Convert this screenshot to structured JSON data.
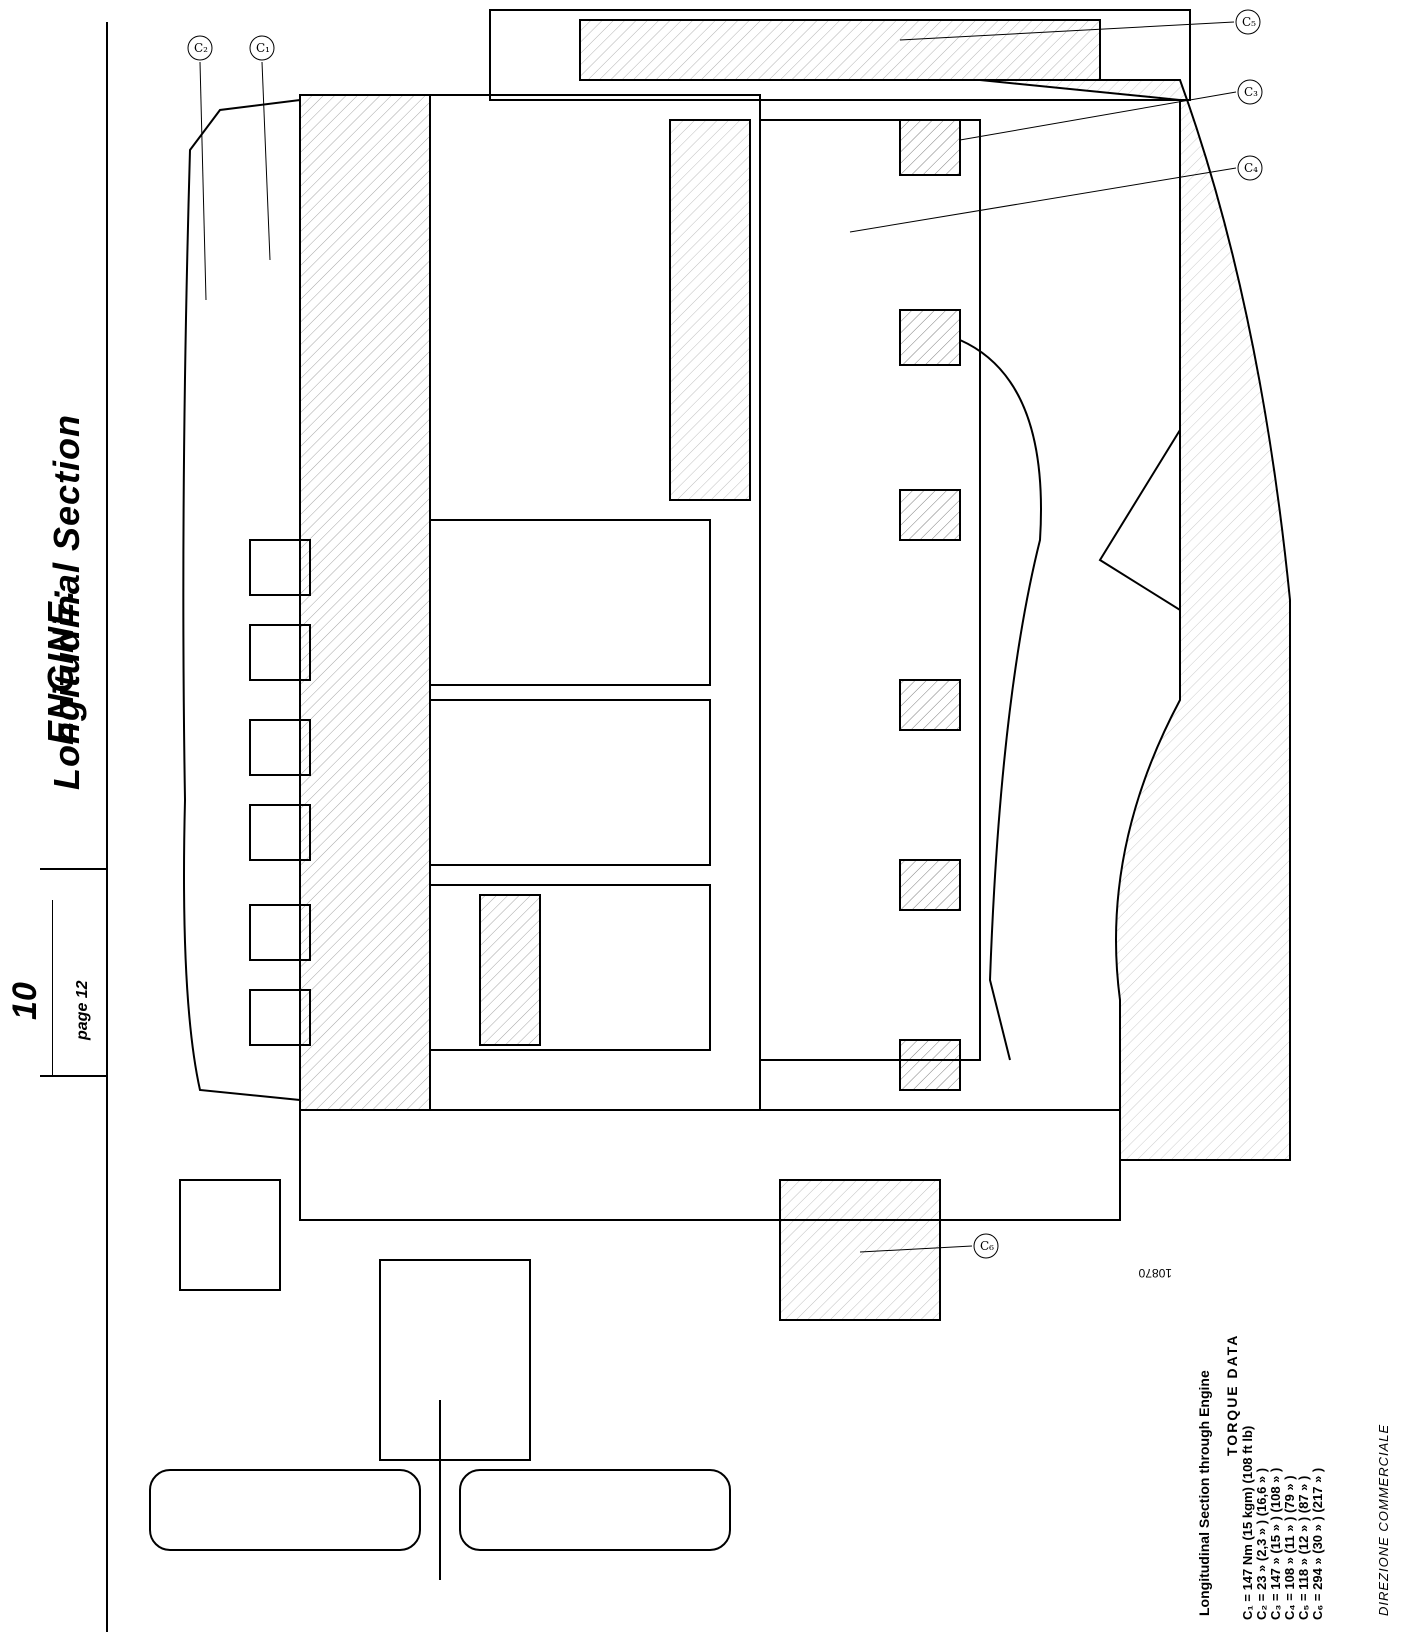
{
  "header": {
    "title_line1": "ENGINE:",
    "title_line2": "Longitudinal  Section",
    "section_number": "10",
    "page_label": "page 12"
  },
  "drawing": {
    "drawing_number": "10870",
    "callouts": [
      "C₂",
      "C₁",
      "C₅",
      "C₃",
      "C₄",
      "C₆"
    ]
  },
  "caption": "Longitudinal Section through Engine",
  "torque": {
    "title": "TORQUE DATA",
    "rows": [
      "C₁ = 147  Nm   (15  kgm)   (108 ft lb)",
      "C₂ =   23   »     (2,3   »  )    (16,6   »  )",
      "C₃ = 147   »     (15    »  )    (108    »  )",
      "C₄ = 108   »     (11    »  )    (79     »  )",
      "C₅ = 118   »     (12    »  )    (87     »  )",
      "C₆ = 294   »     (30    »  )    (217    »  )"
    ]
  },
  "footer": {
    "department": "DIREZIONE  COMMERCIALE"
  }
}
